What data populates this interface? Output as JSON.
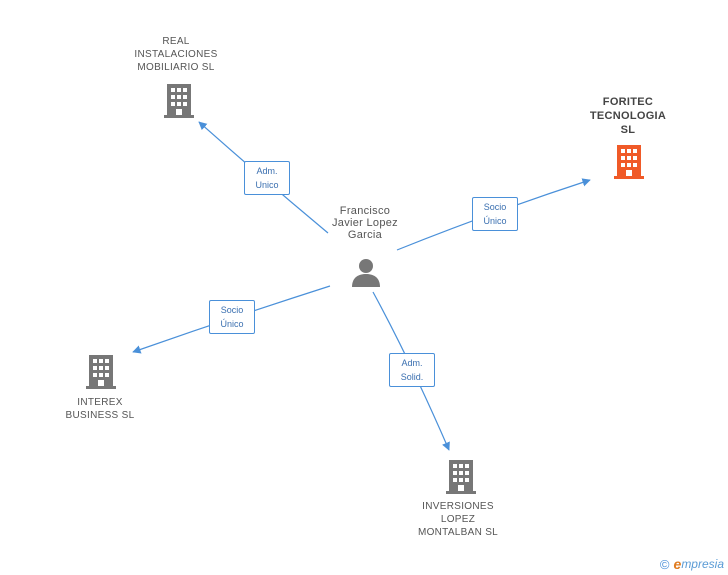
{
  "person": {
    "name": "Francisco\nJavier Lopez\nGarcia",
    "icon": "person-icon"
  },
  "companies": [
    {
      "id": "real",
      "name": "REAL\nINSTALACIONES\nMOBILIARIO  SL",
      "color": "#777777",
      "icon": "building-icon"
    },
    {
      "id": "foritec",
      "name": "FORITEC\nTECNOLOGIA\nSL",
      "color": "#f05a28",
      "icon": "building-icon",
      "highlight": true
    },
    {
      "id": "interex",
      "name": "INTEREX\nBUSINESS SL",
      "color": "#777777",
      "icon": "building-icon"
    },
    {
      "id": "inversiones",
      "name": "INVERSIONES\nLOPEZ\nMONTALBAN  SL",
      "color": "#777777",
      "icon": "building-icon"
    }
  ],
  "edges": [
    {
      "to": "real",
      "label": "Adm.\nUnico"
    },
    {
      "to": "foritec",
      "label": "Socio\nÚnico"
    },
    {
      "to": "interex",
      "label": "Socio\nÚnico"
    },
    {
      "to": "inversiones",
      "label": "Adm.\nSolid."
    }
  ],
  "colors": {
    "edge": "#4a90d9",
    "edge_text": "#3a6fb0"
  },
  "footer": {
    "copyright": "©",
    "brand_initial": "e",
    "brand_rest": "mpresia"
  }
}
